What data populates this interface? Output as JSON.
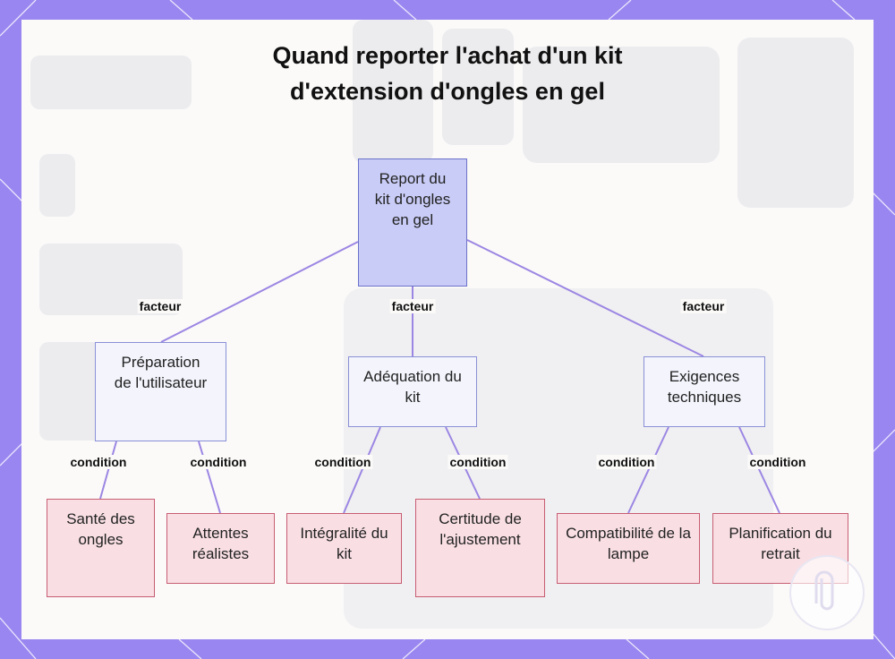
{
  "title": {
    "line1": "Quand reporter l'achat d'un kit",
    "line2": "d'extension d'ongles en gel"
  },
  "colors": {
    "frame": "#9a86f0",
    "edge": "#9c86e3",
    "root_fill": "#c9ccf6",
    "mid_fill": "#f3f4fc",
    "leaf_fill": "#f9dfe4",
    "leaf_border": "#c75d72"
  },
  "nodes": {
    "root": "Report du kit d'ongles en gel",
    "prep": "Préparation de l'utilisateur",
    "adequation": "Adéquation du kit",
    "exigences": "Exigences techniques",
    "sante": "Santé des ongles",
    "attentes": "Attentes réalistes",
    "integralite": "Intégralité du kit",
    "certitude": "Certitude de l'ajustement",
    "compat": "Compatibilité de la lampe",
    "planif": "Planification du retrait"
  },
  "edge_labels": {
    "factor": "facteur",
    "condition": "condition"
  },
  "logo_icon": "paperclip-icon"
}
